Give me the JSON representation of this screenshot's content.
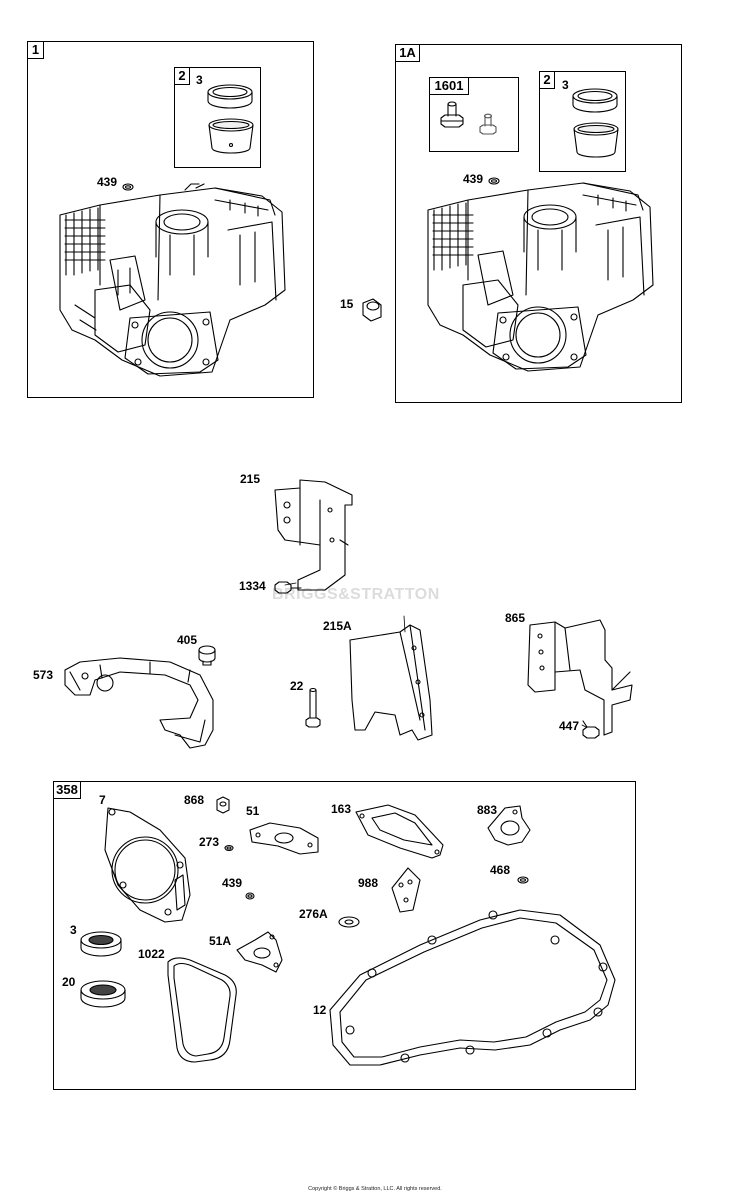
{
  "group_tags": {
    "g1": "1",
    "g1a": "1A",
    "g2_left": "2",
    "g1601": "1601",
    "g2_right": "2",
    "g358": "358"
  },
  "callouts": {
    "p3_left": "3",
    "p439_left": "439",
    "p15": "15",
    "p3_right": "3",
    "p439_right": "439",
    "p215": "215",
    "p1334": "1334",
    "p215a": "215A",
    "p865": "865",
    "p405": "405",
    "p573": "573",
    "p22": "22",
    "p447": "447",
    "p7": "7",
    "p868": "868",
    "p51": "51",
    "p163": "163",
    "p883": "883",
    "p273": "273",
    "p439_gasket": "439",
    "p988": "988",
    "p468": "468",
    "p276a": "276A",
    "p3_seal": "3",
    "p1022": "1022",
    "p51a": "51A",
    "p20": "20",
    "p12": "12"
  },
  "watermark": "BRIGGS&STRATTON",
  "copyright": "Copyright © Briggs & Stratton, LLC. All rights reserved."
}
